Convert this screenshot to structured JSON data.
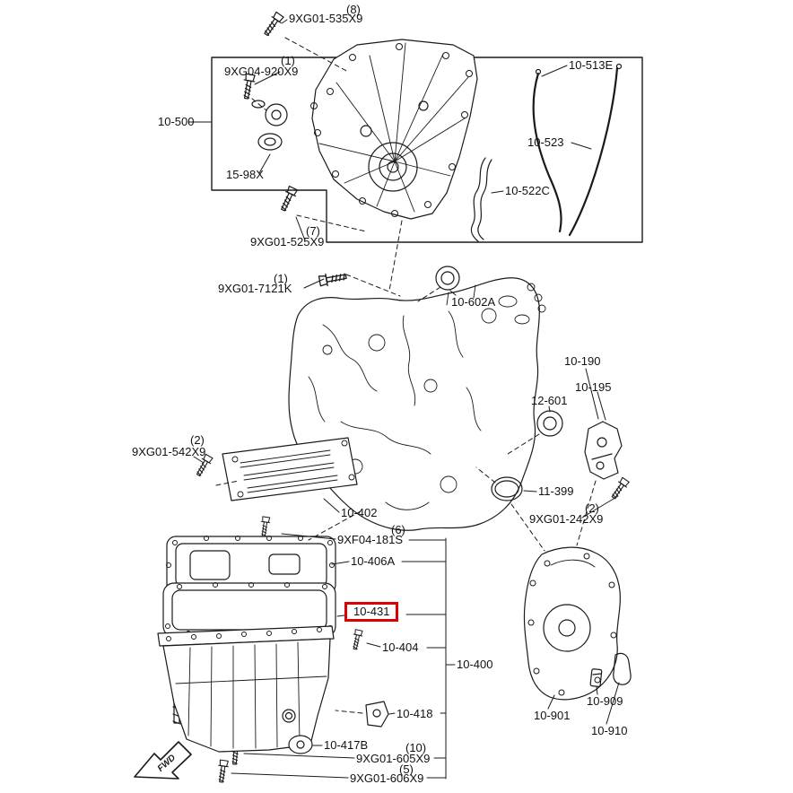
{
  "diagram": {
    "highlight_color": "#dd0000",
    "fwd_label": "FWD"
  },
  "labels": {
    "q535": "(8)",
    "p535": "9XG01-535X9",
    "q920": "(1)",
    "p920": "9XG04-920X9",
    "p10500": "10-500",
    "p1598x": "15-98X",
    "q525": "(7)",
    "p525": "9XG01-525X9",
    "q7121": "(1)",
    "p7121": "9XG01-7121K",
    "p10602a": "10-602A",
    "p10513e": "10-513E",
    "p10523": "10-523",
    "p10522c": "10-522C",
    "p10190": "10-190",
    "p10195": "10-195",
    "p12601": "12-601",
    "p11399": "11-399",
    "q242": "(2)",
    "p242": "9XG01-242X9",
    "q542": "(2)",
    "p542": "9XG01-542X9",
    "p10402": "10-402",
    "q181": "(6)",
    "p181": "9XF04-181S",
    "p10406a": "10-406A",
    "p10431": "10-431",
    "p10404": "10-404",
    "p10400": "10-400",
    "p10418": "10-418",
    "p10417b": "10-417B",
    "q605": "(10)",
    "p605": "9XG01-605X9",
    "q606": "(5)",
    "p606": "9XG01-606X9",
    "p10901": "10-901",
    "p10909": "10-909",
    "p10910": "10-910"
  }
}
